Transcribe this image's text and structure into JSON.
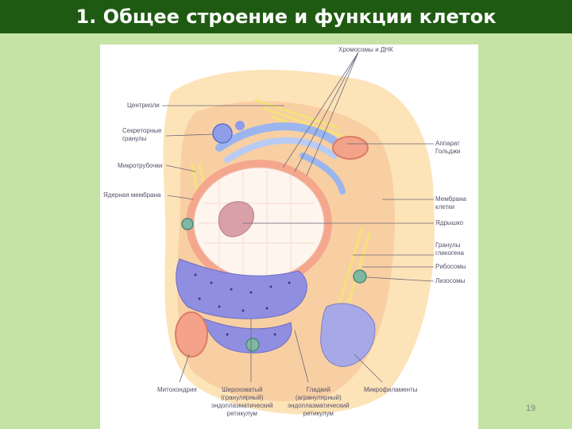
{
  "slide": {
    "title": "1. Общее строение и функции клеток",
    "page_number": "19"
  },
  "labels": {
    "chromosomes": "Хромосомы и ДНК",
    "centrioles": "Центриоли",
    "secretory": "Секреторные\nгранулы",
    "microtubules": "Микротрубочки",
    "nuclear_membrane": "Ядерная мембрана",
    "golgi": "Аппарат\nГольджи",
    "cell_membrane": "Мембрана\nклетки",
    "nucleolus": "Ядрышко",
    "glycogen": "Гранулы\nгликогена",
    "ribosomes": "Рибосомы",
    "lysosomes": "Лизосомы",
    "mitochondria": "Митохондрия",
    "rough_er": "Шероховатый\n(гранулярный)\nэндоплазматический\nретикулум",
    "smooth_er": "Гладкий\n(агранулярный)\nэндоплазматический\nретикулум",
    "microfilaments": "Микрофиламенты"
  },
  "colors": {
    "background": "#c5e3a4",
    "title_bar": "#1f5a12",
    "cytoplasm": "#f8cfa3",
    "outer_cell": "#fde3b8",
    "nucleus": "#fdf5ee",
    "nuclear_envelope": "#f5a78e",
    "er": "#8f8ee0",
    "golgi": "#9bb6ee"
  }
}
